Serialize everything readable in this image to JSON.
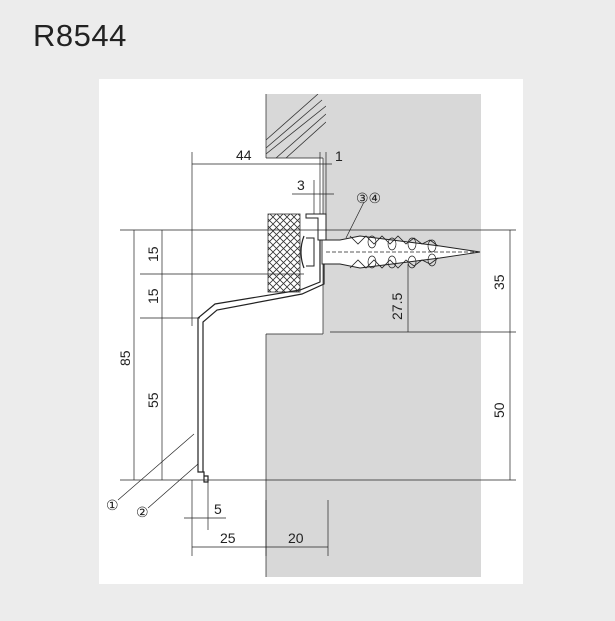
{
  "title": "R8544",
  "colors": {
    "background": "#ececec",
    "panel": "#ffffff",
    "wall": "#d8d8d8",
    "line": "#222222"
  },
  "dimensions": {
    "d44": "44",
    "d1": "1",
    "d3": "3",
    "d15a": "15",
    "d15b": "15",
    "d85": "85",
    "d55": "55",
    "d27_5": "27.5",
    "d35": "35",
    "d50": "50",
    "d5": "5",
    "d25": "25",
    "d20": "20"
  },
  "callouts": {
    "c1": "①",
    "c2": "②",
    "c34": "③④"
  }
}
